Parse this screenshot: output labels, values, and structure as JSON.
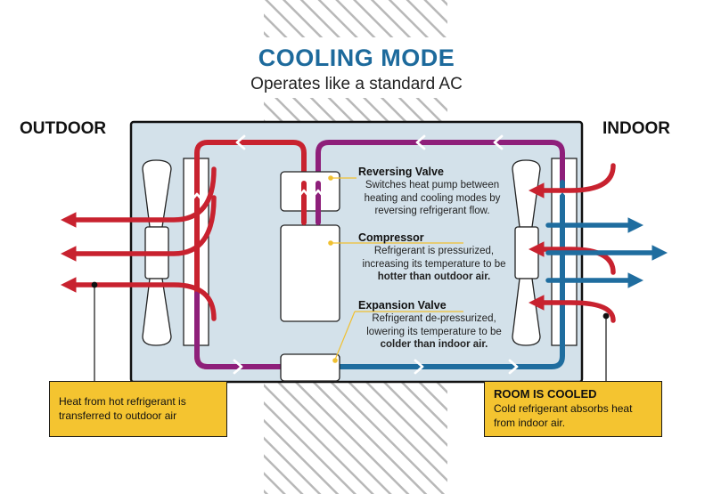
{
  "title": "COOLING MODE",
  "subtitle": "Operates like a standard AC",
  "outdoor_label": "OUTDOOR",
  "indoor_label": "INDOOR",
  "components": {
    "reversing_valve": {
      "title": "Reversing Valve",
      "desc_lines": [
        "Switches heat pump between",
        "heating and cooling modes by",
        "reversing refrigerant flow."
      ]
    },
    "compressor": {
      "title": "Compressor",
      "desc_lines": [
        "Refrigerant is pressurized,",
        "increasing its temperature to be"
      ],
      "desc_bold": "hotter than outdoor air."
    },
    "expansion_valve": {
      "title": "Expansion Valve",
      "desc_lines": [
        "Refrigerant de-pressurized,",
        "lowering its temperature to be"
      ],
      "desc_bold": "colder than indoor air."
    }
  },
  "callouts": {
    "outdoor": {
      "lines": [
        "Heat from hot refrigerant is",
        "transferred to outdoor air"
      ]
    },
    "indoor": {
      "title": "ROOM IS COOLED",
      "lines": [
        "Cold refrigerant absorbs heat",
        "from indoor air."
      ]
    }
  },
  "colors": {
    "hot": "#c8222f",
    "mixed": "#8e1f7a",
    "cold": "#1f6d9f",
    "unit_fill": "#d3e1ea",
    "callout_fill": "#f4c430",
    "leader": "#f0c030",
    "title": "#1d6a9c"
  }
}
